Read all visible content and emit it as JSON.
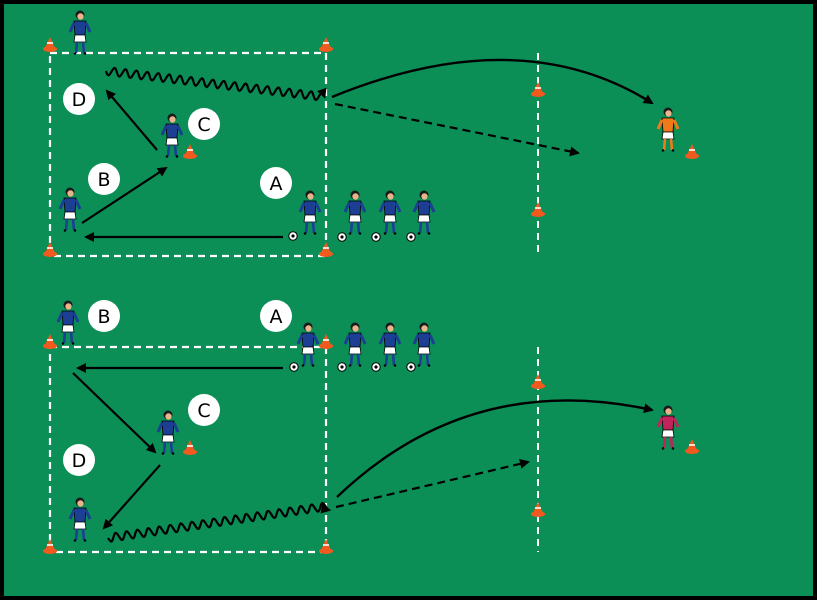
{
  "colors": {
    "pitch": "#0b8f57",
    "border": "#000000",
    "lines": "#ffffff",
    "arrow": "#000000",
    "cone": "#f05a1e",
    "player_shirt": "#1c3f94",
    "player_shorts": "#ffffff",
    "keeper1_shirt": "#f07a1a",
    "keeper2_shirt": "#c0245a",
    "label_circle": "#ffffff"
  },
  "labels": {
    "top": {
      "a": "A",
      "b": "B",
      "c": "C",
      "d": "D"
    },
    "bottom": {
      "a": "A",
      "b": "B",
      "c": "C",
      "d": "D"
    }
  }
}
